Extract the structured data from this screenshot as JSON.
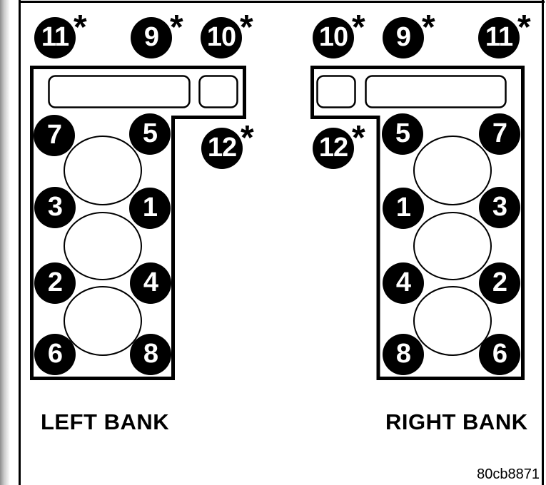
{
  "figure": {
    "code": "80cb8871",
    "colors": {
      "background": "#ffffff",
      "line": "#000000",
      "bolt_fill": "#000000",
      "bolt_number": "#ffffff"
    },
    "asterisk_symbol": "*",
    "left_bank": {
      "label": "LEFT BANK",
      "bolts": [
        {
          "label": "11",
          "asterisk": "*"
        },
        {
          "label": "9",
          "asterisk": "*"
        },
        {
          "label": "10",
          "asterisk": "*"
        },
        {
          "label": "7",
          "asterisk": ""
        },
        {
          "label": "5",
          "asterisk": ""
        },
        {
          "label": "12",
          "asterisk": "*"
        },
        {
          "label": "3",
          "asterisk": ""
        },
        {
          "label": "1",
          "asterisk": ""
        },
        {
          "label": "2",
          "asterisk": ""
        },
        {
          "label": "4",
          "asterisk": ""
        },
        {
          "label": "6",
          "asterisk": ""
        },
        {
          "label": "8",
          "asterisk": ""
        }
      ]
    },
    "right_bank": {
      "label": "RIGHT BANK",
      "bolts": [
        {
          "label": "10",
          "asterisk": "*"
        },
        {
          "label": "9",
          "asterisk": "*"
        },
        {
          "label": "11",
          "asterisk": "*"
        },
        {
          "label": "5",
          "asterisk": ""
        },
        {
          "label": "7",
          "asterisk": ""
        },
        {
          "label": "12",
          "asterisk": "*"
        },
        {
          "label": "1",
          "asterisk": ""
        },
        {
          "label": "3",
          "asterisk": ""
        },
        {
          "label": "4",
          "asterisk": ""
        },
        {
          "label": "2",
          "asterisk": ""
        },
        {
          "label": "8",
          "asterisk": ""
        },
        {
          "label": "6",
          "asterisk": ""
        }
      ]
    }
  }
}
